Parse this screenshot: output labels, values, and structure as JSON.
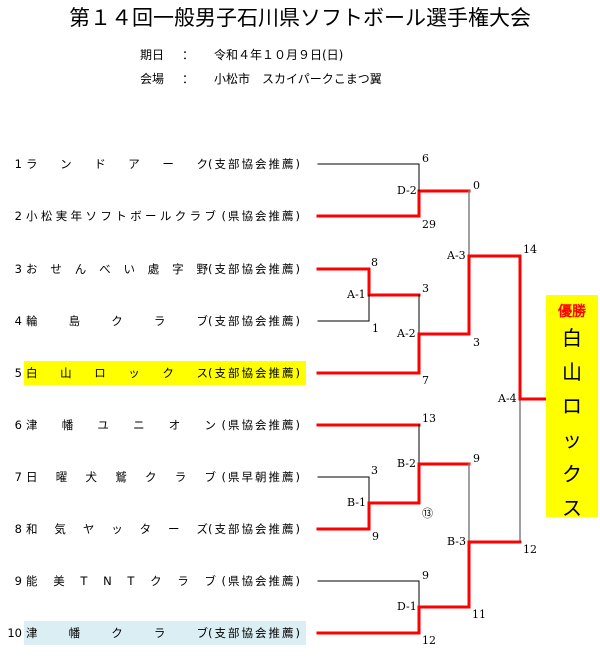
{
  "header": {
    "title": "第１４回一般男子石川県ソフトボール選手権大会",
    "date_label": "期日",
    "date_sep": "：",
    "date_value": "令和４年１０月９日(日)",
    "venue_label": "会場",
    "venue_sep": "：",
    "venue_value": "小松市　スカイパークこまつ翼"
  },
  "teams": [
    {
      "no": "1",
      "chars": [
        "ラ",
        "ン",
        "ド",
        "ア",
        "ー",
        "ク"
      ],
      "rec": "(支部協会推薦)",
      "highlight": ""
    },
    {
      "no": "2",
      "chars": [
        "小",
        "松",
        "実",
        "年",
        "ソ",
        "フ",
        "ト",
        "ボ",
        "ー",
        "ル",
        "ク",
        "ラ",
        "ブ"
      ],
      "rec": "(県協会推薦)",
      "highlight": ""
    },
    {
      "no": "3",
      "chars": [
        "お",
        "せ",
        "ん",
        "べ",
        "い",
        "處",
        "字",
        "野"
      ],
      "rec": "(支部協会推薦)",
      "highlight": ""
    },
    {
      "no": "4",
      "chars": [
        "輪",
        "島",
        "ク",
        "ラ",
        "ブ"
      ],
      "rec": "(支部協会推薦)",
      "highlight": ""
    },
    {
      "no": "5",
      "chars": [
        "白",
        "山",
        "ロ",
        "ッ",
        "ク",
        "ス"
      ],
      "rec": "(支部協会推薦)",
      "highlight": "yellow"
    },
    {
      "no": "6",
      "chars": [
        "津",
        "幡",
        "ユ",
        "ニ",
        "オ",
        "ン"
      ],
      "rec": "(県協会推薦)",
      "highlight": ""
    },
    {
      "no": "7",
      "chars": [
        "日",
        "曜",
        "犬",
        "鷲",
        "ク",
        "ラ",
        "ブ"
      ],
      "rec": "(県早朝推薦)",
      "highlight": ""
    },
    {
      "no": "8",
      "chars": [
        "和",
        "気",
        "ヤ",
        "ッ",
        "タ",
        "ー",
        "ズ"
      ],
      "rec": "(支部協会推薦)",
      "highlight": ""
    },
    {
      "no": "9",
      "chars": [
        "能",
        "美",
        "T",
        "N",
        "T",
        "ク",
        "ラ",
        "ブ"
      ],
      "rec": "(県協会推薦)",
      "highlight": ""
    },
    {
      "no": "10",
      "chars": [
        "津",
        "幡",
        "ク",
        "ラ",
        "ブ"
      ],
      "rec": "(支部協会推薦)",
      "highlight": "blue"
    }
  ],
  "matches": [
    {
      "id": "D-2",
      "top_score": "6",
      "bottom_score": "29"
    },
    {
      "id": "A-1",
      "top_score": "8",
      "bottom_score": "1"
    },
    {
      "id": "A-2",
      "top_score": "3",
      "bottom_score": "7"
    },
    {
      "id": "A-3",
      "top_score": "0",
      "bottom_score": "3"
    },
    {
      "id": "B-1",
      "top_score": "3",
      "bottom_score": "9"
    },
    {
      "id": "B-2",
      "top_score": "13",
      "bottom_score": "⑬"
    },
    {
      "id": "D-1",
      "top_score": "9",
      "bottom_score": "12"
    },
    {
      "id": "B-3",
      "top_score": "9",
      "bottom_score": "11"
    },
    {
      "id": "A-4",
      "top_score": "14",
      "bottom_score": "12"
    }
  ],
  "champion": {
    "heading": "優勝",
    "chars": [
      "白",
      "山",
      "ロ",
      "ッ",
      "ク",
      "ス"
    ]
  },
  "colors": {
    "winner_line": "#ff0000",
    "loser_line": "#000000",
    "highlight_yellow": "#ffff00",
    "highlight_blue": "#daeef3"
  }
}
